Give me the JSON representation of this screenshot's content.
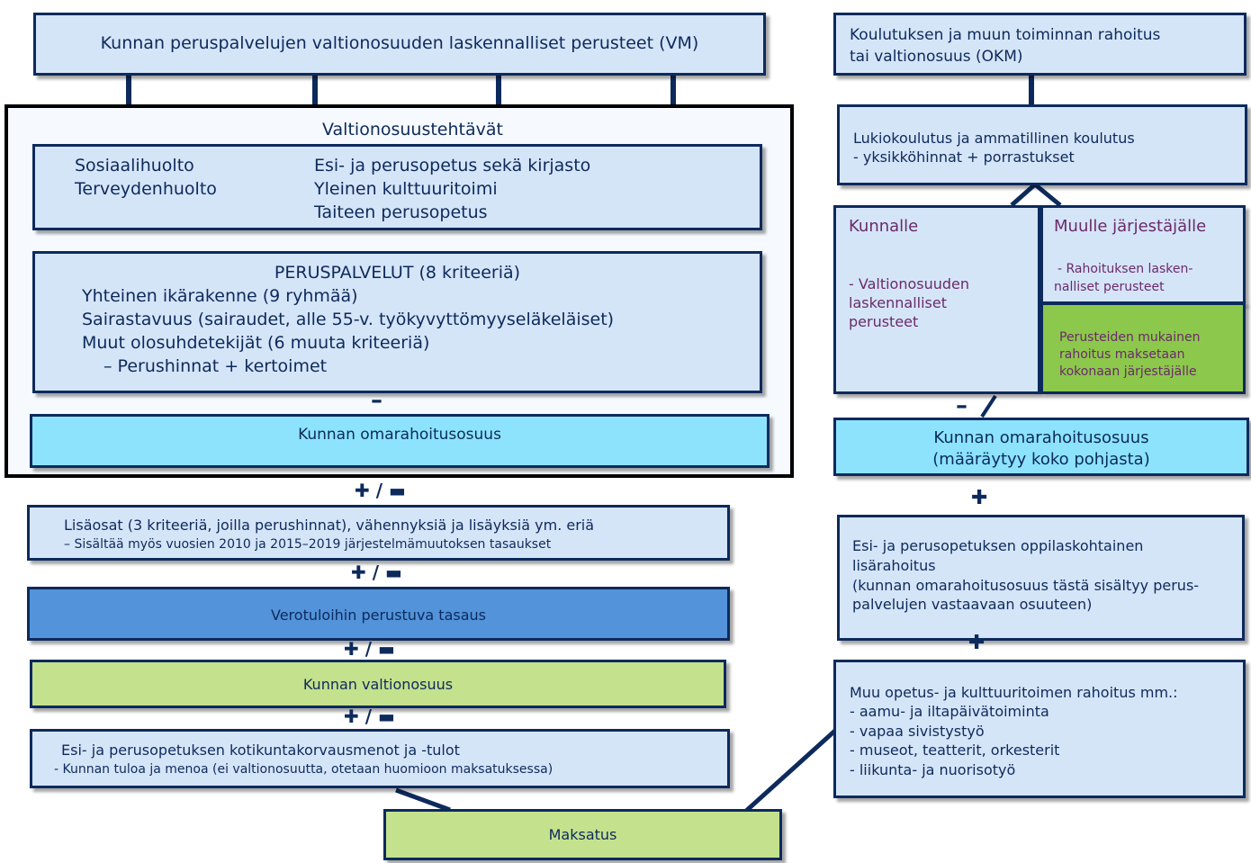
{
  "left": {
    "top_title": "Kunnan peruspalvelujen valtionosuuden laskennalliset perusteet (VM)",
    "tasks_title": "Valtionosuustehtävät",
    "tasks_col1": [
      "Sosiaalihuolto",
      "Terveydenhuolto"
    ],
    "tasks_col2": [
      "Esi- ja perusopetus sekä kirjasto",
      "Yleinen kulttuuritoimi",
      "Taiteen perusopetus"
    ],
    "basic_title": "PERUSPALVELUT (8 kriteeriä)",
    "basic_lines": [
      "Yhteinen ikärakenne (9 ryhmää)",
      "Sairastavuus (sairaudet, alle 55-v. työkyvyttömyyseläkeläiset)",
      "Muut olosuhdetekijät (6 muuta kriteeriä)",
      "– Perushinnat + kertoimet"
    ],
    "minus_sign": "–",
    "self_financing": "Kunnan omarahoitusosuus",
    "plus_minus": "✚ / ▬",
    "additions_line1": "Lisäosat (3 kriteeriä, joilla perushinnat), vähennyksiä ja lisäyksiä ym. eriä",
    "additions_line2": "– Sisältää myös vuosien 2010 ja 2015–2019 järjestelmämuutoksen tasaukset",
    "tax_equalization": "Verotuloihin perustuva tasaus",
    "state_share": "Kunnan valtionosuus",
    "home_municipality_line1": "Esi- ja perusopetuksen kotikuntakorvausmenot ja -tulot",
    "home_municipality_line2": "- Kunnan tuloa ja menoa (ei valtionosuutta, otetaan huomioon maksatuksessa)",
    "payment": "Maksatus"
  },
  "right": {
    "top_title": [
      "Koulutuksen ja muun toiminnan rahoitus",
      "tai valtionosuus (OKM)"
    ],
    "upper_secondary": [
      "Lukiokoulutus ja ammatillinen koulutus",
      "- yksikköhinnat + porrastukset"
    ],
    "municipality_title": "Kunnalle",
    "municipality_text": [
      "- Valtionosuuden",
      "laskennalliset",
      "perusteet"
    ],
    "other_provider_title": "Muulle järjestäjälle",
    "other_provider_text": [
      "- Rahoituksen lasken-",
      "nalliset perusteet"
    ],
    "green_text": [
      "Perusteiden mukainen",
      "rahoitus maksetaan",
      "kokonaan järjestäjälle"
    ],
    "self_financing": [
      "Kunnan omarahoitusosuus",
      "(määräytyy koko pohjasta)"
    ],
    "plus_sign": "✚",
    "pupil_funding": [
      "Esi- ja perusopetuksen oppilaskohtainen",
      "lisärahoitus",
      "(kunnan omarahoitusosuus tästä sisältyy perus-",
      "palvelujen vastaavaan osuuteen)"
    ],
    "other_funding": [
      "Muu opetus- ja kulttuuritoimen rahoitus mm.:",
      "- aamu- ja iltapäivätoiminta",
      "- vapaa sivistystyö",
      "- museot, teatterit, orkesterit",
      "- liikunta- ja nuorisotyö"
    ]
  },
  "colors": {
    "navy": "#0d2a5c",
    "light_blue": "#d5e5f8",
    "cyan": "#8de3fb",
    "mid_blue": "#5293d9",
    "light_green": "#c4e18e",
    "green": "#8cc84b",
    "purple": "#6a2a6a"
  }
}
